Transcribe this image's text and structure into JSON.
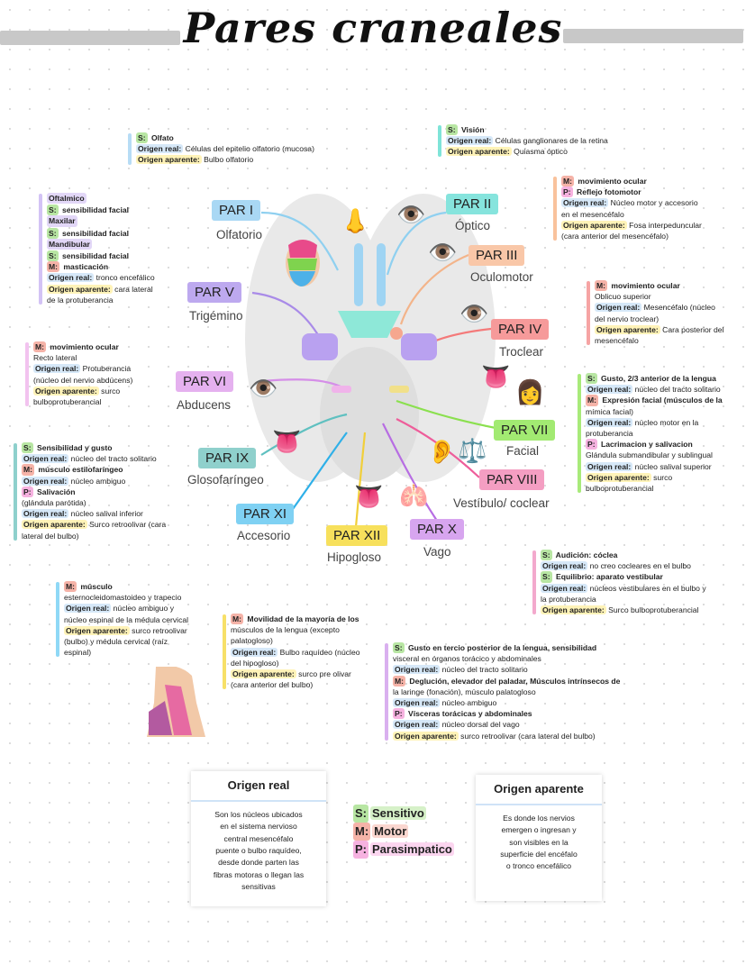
{
  "title": "Pares craneales",
  "colors": {
    "sensitive": "#b8e6a3",
    "motor": "#f5b3a8",
    "parasympathetic": "#f6b2e0",
    "origin_real": "#d6e8f8"
  },
  "nerves": [
    {
      "par": "PAR I",
      "name": "Olfatorio"
    },
    {
      "par": "PAR II",
      "name": "Óptico"
    },
    {
      "par": "PAR III",
      "name": "Oculomotor"
    },
    {
      "par": "PAR IV",
      "name": "Troclear"
    },
    {
      "par": "PAR V",
      "name": "Trigémino"
    },
    {
      "par": "PAR VI",
      "name": "Abducens"
    },
    {
      "par": "PAR VII",
      "name": "Facial"
    },
    {
      "par": "PAR VIII",
      "name": "Vestíbulo/ coclear"
    },
    {
      "par": "PAR IX",
      "name": "Glosofaríngeo"
    },
    {
      "par": "PAR X",
      "name": "Vago"
    },
    {
      "par": "PAR XI",
      "name": "Accesorio"
    },
    {
      "par": "PAR XII",
      "name": "Hipogloso"
    }
  ],
  "notes": {
    "n1": [
      "S: Olfato",
      "Origen real: Células del epitelio olfatorio (mucosa)",
      "Origen aparente: Bulbo olfatorio"
    ],
    "n2": [
      "S: Visión",
      "Origen real: Células ganglionares de la retina",
      "Origen aparente: Quiasma óptico"
    ],
    "n3": [
      "M: movimiento ocular",
      "P: Reflejo fotomotor",
      "Origen real: Núcleo motor y accesorio",
      "en el mesencéfalo",
      "Origen aparente: Fosa interpeduncular",
      "(cara anterior del mesencéfalo)"
    ],
    "n4": [
      "M: movimiento ocular",
      "Oblicuo superior",
      "Origen real: Mesencéfalo (núcleo",
      "del nervio troclear)",
      "Origen aparente: Cara posterior del",
      "mesencéfalo"
    ],
    "n5": [
      "Oftalmico",
      "S: sensibilidad facial",
      "Maxilar",
      "S: sensibilidad facial",
      "Mandibular",
      "S: sensibilidad facial",
      "M: masticación",
      "Origen real: tronco encefálico",
      "Origen aparente: cara lateral",
      "de la protuberancia"
    ],
    "n6": [
      "M: movimiento ocular",
      "Recto lateral",
      "Origen real: Protuberancia",
      "(núcleo del nervio abdúcens)",
      "Origen aparente: surco",
      "bulboprotuberancial"
    ],
    "n7": [
      "S: Gusto, 2/3 anterior de la lengua",
      "Origen real: núcleo del tracto solitario",
      "M: Expresión facial (músculos de la",
      "mímica facial)",
      "Origen real: núcleo motor en la",
      "protuberancia",
      "P: Lacrimacion y salivacion",
      "Glándula submandibular y sublingual",
      "Origen real: núcleo salival superior",
      "Origen aparente: surco",
      "bulboprotuberancial"
    ],
    "n8": [
      "S: Sensibilidad y gusto",
      "Origen real: núcleo del tracto solitario",
      "M: músculo estilofaríngeo",
      "Origen real: núcleo ambiguo",
      "P: Salivación",
      "(glándula parótida)",
      "Origen real: núcleo salival inferior",
      "Origen aparente: Surco retroolivar (cara",
      "lateral del bulbo)"
    ],
    "n9": [
      "S: Audición: cóclea",
      "Origen real: no creo cocleares en el bulbo",
      "S: Equilibrio: aparato vestibular",
      "Origen real: núcleos vestibulares en el bulbo y",
      "la protuberancia",
      "Origen aparente: Surco bulboprotuberancial"
    ],
    "n10": [
      "M: músculo",
      "esternocleidomastoideo y trapecio",
      "Origen real: núcleo ambiguo y",
      "núcleo espinal de la médula cervical",
      "Origen aparente: surco retroolivar",
      "(bulbo) y médula cervical (raíz",
      "espinal)"
    ],
    "n11": [
      "M: Movilidad de la mayoría de los",
      "músculos de la lengua (excepto",
      "palatogloso)",
      "Origen real: Bulbo raquídeo (núcleo",
      "del hipogloso)",
      "Origen aparente: surco pre olivar",
      "(cara anterior del bulbo)"
    ],
    "n12": [
      "S: Gusto en tercio posterior de la lengua, sensibilidad",
      "visceral en órganos torácico y abdominales",
      "Origen real: núcleo del tracto solitario",
      "M: Deglución, elevador del paladar, Músculos intrínsecos de",
      "la laringe (fonación), músculo palatogloso",
      "Origen real: núcleo ambiguo",
      "P: Vísceras torácicas y abdominales",
      "Origen real: núcleo dorsal del vago",
      "Origen aparente: surco retroolivar (cara lateral del bulbo)"
    ]
  },
  "origen_real": {
    "heading": "Origen real",
    "text": [
      "Son los núcleos ubicados",
      "en el sistema nervioso",
      "central mesencéfalo",
      "puente o bulbo raquídeo,",
      "desde donde parten las",
      "fibras motoras o llegan las",
      "sensitivas"
    ]
  },
  "origen_aparente": {
    "heading": "Origen aparente",
    "text": [
      "Es donde los nervios",
      "emergen o ingresan y",
      "son visibles en la",
      "superficie del encéfalo",
      "o tronco encefálico"
    ]
  },
  "legend": [
    {
      "key": "S:",
      "label": "Sensitivo"
    },
    {
      "key": "M:",
      "label": "Motor"
    },
    {
      "key": "P:",
      "label": "Parasimpatico"
    }
  ]
}
